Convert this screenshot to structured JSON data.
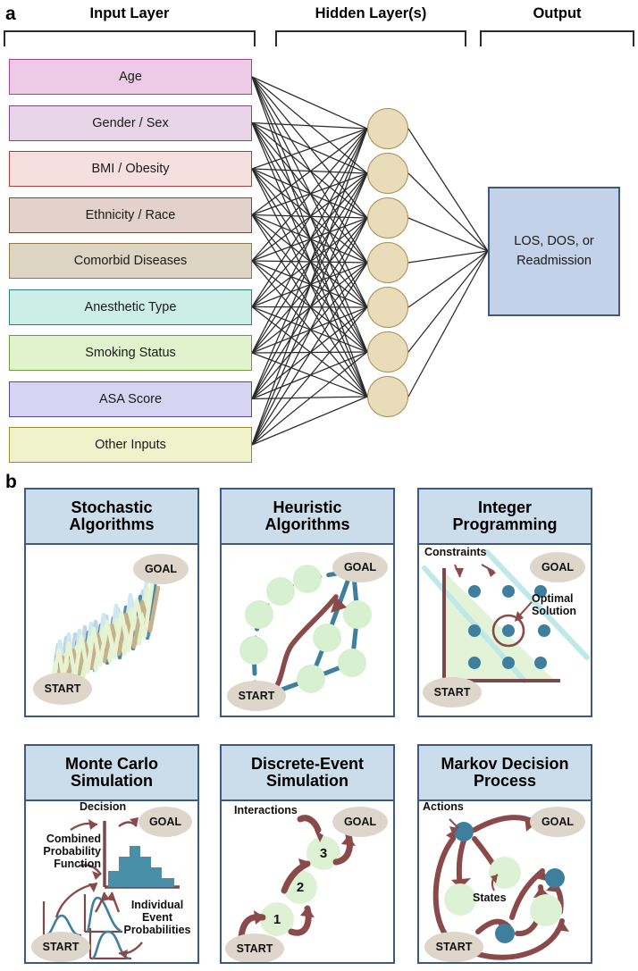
{
  "figure": {
    "panel_a_letter": "a",
    "panel_b_letter": "b"
  },
  "panel_a": {
    "layer_titles": {
      "input": "Input Layer",
      "hidden": "Hidden Layer(s)",
      "output": "Output"
    },
    "input_nodes": [
      {
        "label": "Age",
        "fill": "#edcbe7",
        "stroke": "#a4459a"
      },
      {
        "label": "Gender / Sex",
        "fill": "#e8d6e8",
        "stroke": "#7a4a86"
      },
      {
        "label": "BMI / Obesity",
        "fill": "#f6e0df",
        "stroke": "#b03a3a"
      },
      {
        "label": "Ethnicity / Race",
        "fill": "#e3d2cc",
        "stroke": "#6d4b3f"
      },
      {
        "label": "Comorbid Diseases",
        "fill": "#ddd5c4",
        "stroke": "#8a7a4a"
      },
      {
        "label": "Anesthetic Type",
        "fill": "#cdeee6",
        "stroke": "#2e7f74"
      },
      {
        "label": "Smoking Status",
        "fill": "#e0f3cd",
        "stroke": "#6d9a3a"
      },
      {
        "label": "ASA Score",
        "fill": "#d7d4f2",
        "stroke": "#4f4a9a"
      },
      {
        "label": "Other Inputs",
        "fill": "#f0f2cb",
        "stroke": "#9a8a2e"
      }
    ],
    "hidden_node_count": 7,
    "hidden_node_fill": "#e9dcb9",
    "hidden_node_stroke": "#b08d54",
    "output_node": {
      "label": "LOS, DOS, or Readmission",
      "line1": "LOS, DOS, or",
      "line2": "Readmission",
      "fill": "#c3d2e8",
      "stroke": "#3d5a80"
    },
    "edge_color": "#2b2b2b"
  },
  "panel_b": {
    "header_fill": "#cbdcea",
    "border_color": "#3d5a80",
    "start_label": "START",
    "goal_label": "GOAL",
    "chip_fill": "#ded5cb",
    "panels": [
      {
        "id": "stochastic-algorithms",
        "title_line1": "Stochastic",
        "title_line2": "Algorithms",
        "annotations": [],
        "trace_colors": [
          "#bcd0e6",
          "#3d7f9c",
          "#c7e7f0",
          "#dff3c8",
          "#c2a980",
          "#e6f2cf"
        ]
      },
      {
        "id": "heuristic-algorithms",
        "title_line1": "Heuristic",
        "title_line2": "Algorithms",
        "annotations": [],
        "node_fill": "#d6f0d0",
        "link_color": "#3d7f9c",
        "arrow_color": "#8a4a4a"
      },
      {
        "id": "integer-programming",
        "title_line1": "Integer",
        "title_line2": "Programming",
        "annotations": [
          {
            "name": "constraints-label",
            "text": "Constraints"
          },
          {
            "name": "optimal-solution-label",
            "text": "Optimal Solution",
            "line1": "Optimal",
            "line2": "Solution"
          }
        ],
        "region_fill": "#e2f3d8",
        "constraint_color": "#bfe8ea",
        "axis_color": "#7a4a4a",
        "point_color": "#3d7f9c"
      },
      {
        "id": "monte-carlo-simulation",
        "title_line1": "Monte Carlo",
        "title_line2": "Simulation",
        "annotations": [
          {
            "name": "decision-label",
            "text": "Decision"
          },
          {
            "name": "combined-probability-function-label",
            "text": "Combined Probability Function",
            "line1": "Combined",
            "line2": "Probability",
            "line3": "Function"
          },
          {
            "name": "individual-event-probabilities-label",
            "text": "Individual Event Probabilities",
            "line1": "Individual",
            "line2": "Event",
            "line3": "Probabilities"
          }
        ],
        "histogram_color": "#4a8fa8",
        "curve_color": "#3d7f9c",
        "axis_color": "#7a4a4a",
        "arrow_color": "#8a4a4a"
      },
      {
        "id": "discrete-event-simulation",
        "title_line1": "Discrete-Event",
        "title_line2": "Simulation",
        "annotations": [
          {
            "name": "interactions-label",
            "text": "Interactions"
          }
        ],
        "event_labels": [
          "1",
          "2",
          "3"
        ],
        "node_fill": "#ddf2d4",
        "arrow_color": "#8a4a4a"
      },
      {
        "id": "markov-decision-process",
        "title_line1": "Markov Decision",
        "title_line2": "Process",
        "annotations": [
          {
            "name": "actions-label",
            "text": "Actions"
          },
          {
            "name": "states-label",
            "text": "States"
          }
        ],
        "action_color": "#3d7f9c",
        "state_fill": "#ddf2d4",
        "arrow_color": "#8a4a4a"
      }
    ]
  }
}
